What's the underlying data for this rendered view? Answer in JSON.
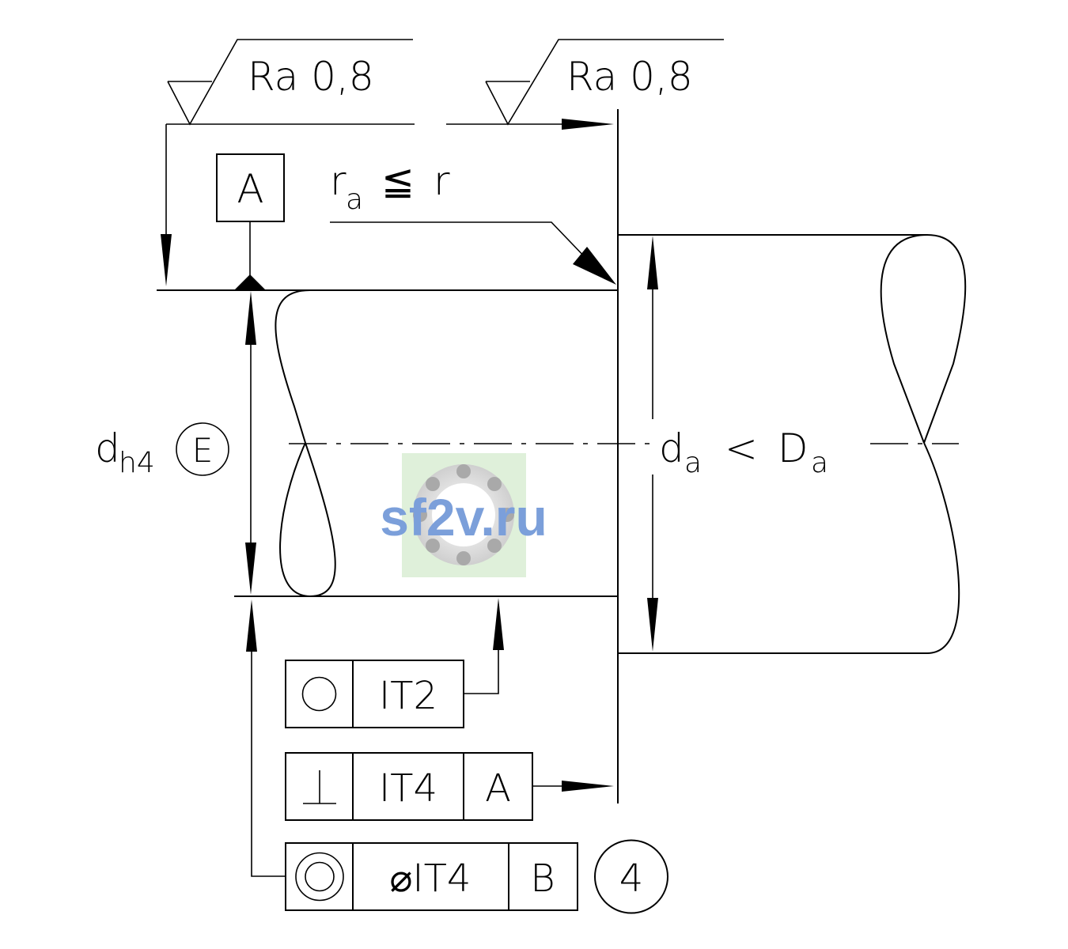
{
  "surface_finish": {
    "left": "Ra 0,8",
    "right": "Ra 0,8"
  },
  "datum_a": "A",
  "radius_condition": {
    "symbol": "r",
    "sub": "a",
    "relation": "≦",
    "value": "r"
  },
  "shaft_diameter": {
    "symbol": "d",
    "sub": "h4",
    "envelope": "E"
  },
  "shoulder_diameter": {
    "d": "d",
    "d_sub": "a",
    "relation": "<",
    "D": "D",
    "D_sub": "a"
  },
  "tolerance_frames": {
    "roundness": {
      "symbol": "○",
      "value": "IT2"
    },
    "perpendicularity": {
      "symbol": "⊥",
      "value": "IT4",
      "datum": "A"
    },
    "concentricity": {
      "symbol": "◎",
      "value": "⌀IT4",
      "datum": "B",
      "note": "4"
    }
  },
  "watermark": "sf2v.ru"
}
